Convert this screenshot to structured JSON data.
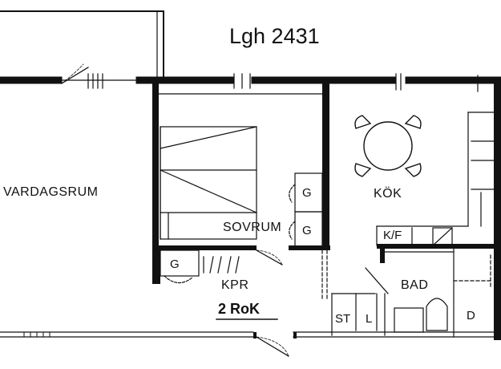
{
  "title": "Lgh 2431",
  "rooms": {
    "living": "VARDAGSRUM",
    "bedroom": "SOVRUM",
    "kitchen": "KÖK",
    "bath": "BAD",
    "hallway": "KPR"
  },
  "closets": {
    "g1": "G",
    "g2": "G",
    "g3": "G",
    "kf": "K/F",
    "st": "ST",
    "l": "L",
    "d": "D"
  },
  "apartment_type": "2 RoK",
  "colors": {
    "ink": "#111111",
    "background": "#ffffff"
  }
}
